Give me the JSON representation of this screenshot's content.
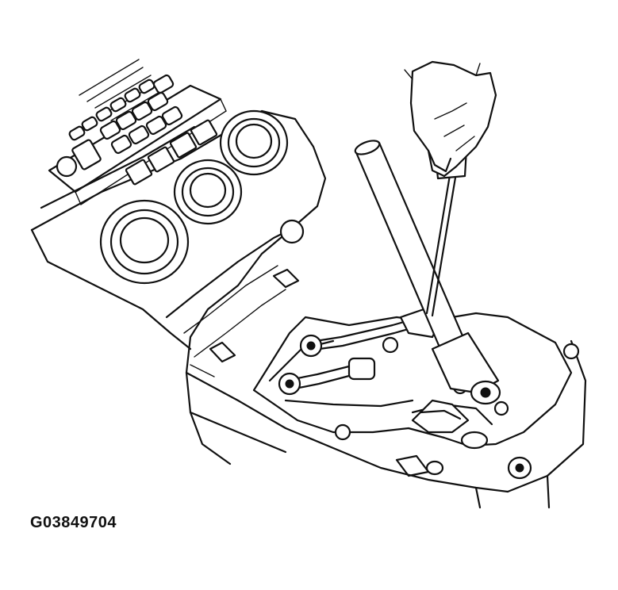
{
  "figure": {
    "code": "G03849704"
  },
  "colors": {
    "ink": "#111111",
    "paper": "#ffffff"
  },
  "parts": [
    "center-console",
    "climate-control-panel",
    "round-vents",
    "shift-lever",
    "shift-cables",
    "shifter-base-bracket",
    "screwdriver",
    "hand"
  ]
}
